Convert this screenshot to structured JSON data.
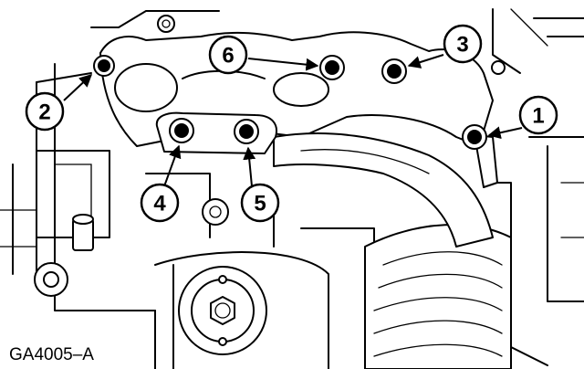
{
  "figure_code": "GA4005–A",
  "callouts": [
    {
      "label": "1"
    },
    {
      "label": "2"
    },
    {
      "label": "3"
    },
    {
      "label": "4"
    },
    {
      "label": "5"
    },
    {
      "label": "6"
    }
  ],
  "colors": {
    "ink": "#000000",
    "paper": "#ffffff"
  }
}
